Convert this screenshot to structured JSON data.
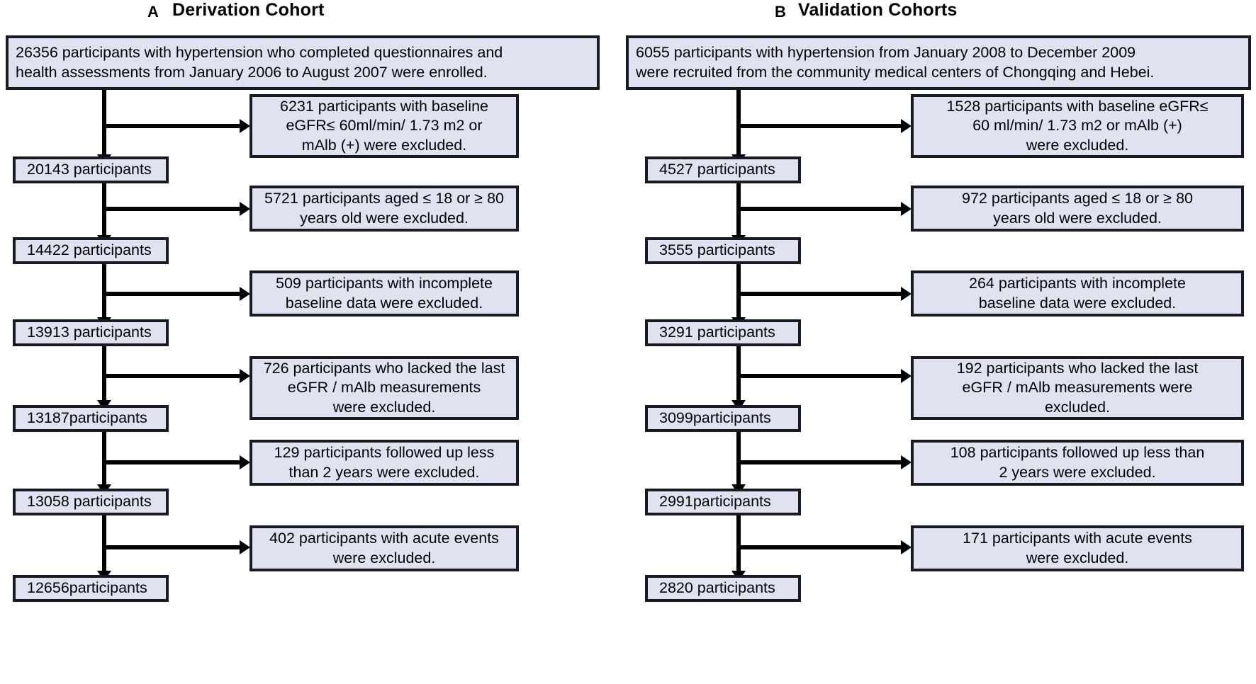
{
  "figure": {
    "type": "flowchart",
    "description": "Participant selection flow diagram with two panels"
  },
  "panels": [
    {
      "letter": "A",
      "title": "Derivation Cohort",
      "enrollment": "26356 participants with hypertension who completed questionnaires and\nhealth assessments from January 2006 to August 2007 were enrolled.",
      "steps": [
        {
          "exclusion": "6231 participants with baseline\neGFR≤ 60ml/min/ 1.73 m2 or\nmAlb (+) were excluded.",
          "remaining": "20143 participants"
        },
        {
          "exclusion": "5721 participants aged ≤ 18 or ≥ 80\nyears old were excluded.",
          "remaining": "14422 participants"
        },
        {
          "exclusion": "509 participants with incomplete\nbaseline data were excluded.",
          "remaining": "13913 participants"
        },
        {
          "exclusion": "726 participants who lacked the last\neGFR / mAlb measurements\nwere excluded.",
          "remaining": "13187participants"
        },
        {
          "exclusion": "129 participants followed up less\nthan 2 years were excluded.",
          "remaining": "13058 participants"
        },
        {
          "exclusion": "402 participants with acute events\nwere excluded.",
          "remaining": "12656participants"
        }
      ]
    },
    {
      "letter": "B",
      "title": "Validation Cohorts",
      "enrollment": "6055 participants with hypertension from January 2008 to December 2009\nwere recruited from the community medical centers of Chongqing and Hebei.",
      "steps": [
        {
          "exclusion": "1528 participants with baseline eGFR≤\n60 ml/min/ 1.73 m2 or mAlb (+)\nwere excluded.",
          "remaining": "4527 participants"
        },
        {
          "exclusion": "972 participants aged ≤ 18 or ≥ 80\nyears old  were excluded.",
          "remaining": "3555 participants"
        },
        {
          "exclusion": "264 participants with incomplete\nbaseline data were excluded.",
          "remaining": "3291 participants"
        },
        {
          "exclusion": "192 participants who lacked the last\neGFR / mAlb measurements were\nexcluded.",
          "remaining": "3099participants"
        },
        {
          "exclusion": "108 participants followed up less than\n2 years were excluded.",
          "remaining": "2991participants"
        },
        {
          "exclusion": "171 participants with acute events\nwere excluded.",
          "remaining": "2820 participants"
        }
      ]
    }
  ],
  "colors": {
    "box_fill": "#dfe3f0",
    "box_border": "#1a1a22",
    "text": "#000000",
    "background": "#ffffff"
  }
}
